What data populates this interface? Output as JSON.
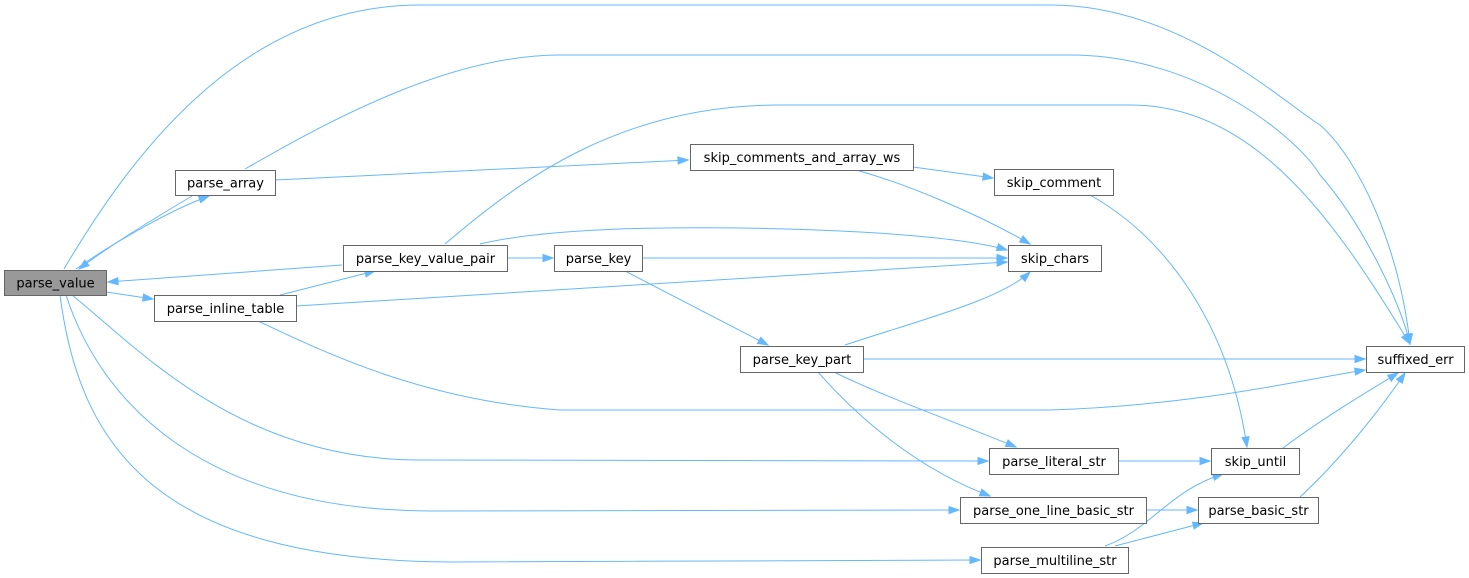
{
  "graph": {
    "nodes": [
      {
        "id": "parse_value",
        "label": "parse_value",
        "root": true
      },
      {
        "id": "parse_array",
        "label": "parse_array"
      },
      {
        "id": "parse_inline_table",
        "label": "parse_inline_table"
      },
      {
        "id": "parse_key_value_pair",
        "label": "parse_key_value_pair"
      },
      {
        "id": "parse_key",
        "label": "parse_key"
      },
      {
        "id": "skip_comments_and_array_ws",
        "label": "skip_comments_and_array_ws"
      },
      {
        "id": "skip_comment",
        "label": "skip_comment"
      },
      {
        "id": "skip_chars",
        "label": "skip_chars"
      },
      {
        "id": "parse_key_part",
        "label": "parse_key_part"
      },
      {
        "id": "suffixed_err",
        "label": "suffixed_err"
      },
      {
        "id": "parse_literal_str",
        "label": "parse_literal_str"
      },
      {
        "id": "skip_until",
        "label": "skip_until"
      },
      {
        "id": "parse_one_line_basic_str",
        "label": "parse_one_line_basic_str"
      },
      {
        "id": "parse_basic_str",
        "label": "parse_basic_str"
      },
      {
        "id": "parse_multiline_str",
        "label": "parse_multiline_str"
      }
    ],
    "edges": [
      {
        "from": "parse_value",
        "to": "parse_array"
      },
      {
        "from": "parse_array",
        "to": "parse_value"
      },
      {
        "from": "parse_value",
        "to": "suffixed_err"
      },
      {
        "from": "parse_array",
        "to": "suffixed_err"
      },
      {
        "from": "parse_array",
        "to": "skip_comments_and_array_ws"
      },
      {
        "from": "parse_key_value_pair",
        "to": "parse_value"
      },
      {
        "from": "parse_value",
        "to": "parse_inline_table"
      },
      {
        "from": "parse_inline_table",
        "to": "parse_key_value_pair"
      },
      {
        "from": "parse_inline_table",
        "to": "skip_chars"
      },
      {
        "from": "parse_inline_table",
        "to": "suffixed_err"
      },
      {
        "from": "parse_key_value_pair",
        "to": "skip_chars"
      },
      {
        "from": "parse_key_value_pair",
        "to": "suffixed_err"
      },
      {
        "from": "parse_key_value_pair",
        "to": "parse_key"
      },
      {
        "from": "parse_key",
        "to": "skip_chars"
      },
      {
        "from": "parse_key",
        "to": "parse_key_part"
      },
      {
        "from": "skip_comments_and_array_ws",
        "to": "skip_comment"
      },
      {
        "from": "skip_comments_and_array_ws",
        "to": "skip_chars"
      },
      {
        "from": "skip_comment",
        "to": "skip_until"
      },
      {
        "from": "parse_key_part",
        "to": "skip_chars"
      },
      {
        "from": "parse_key_part",
        "to": "suffixed_err"
      },
      {
        "from": "parse_key_part",
        "to": "parse_literal_str"
      },
      {
        "from": "parse_key_part",
        "to": "parse_one_line_basic_str"
      },
      {
        "from": "parse_value",
        "to": "parse_literal_str"
      },
      {
        "from": "parse_value",
        "to": "parse_one_line_basic_str"
      },
      {
        "from": "parse_value",
        "to": "parse_multiline_str"
      },
      {
        "from": "parse_literal_str",
        "to": "skip_until"
      },
      {
        "from": "parse_one_line_basic_str",
        "to": "parse_basic_str"
      },
      {
        "from": "parse_multiline_str",
        "to": "parse_basic_str"
      },
      {
        "from": "parse_multiline_str",
        "to": "skip_until"
      },
      {
        "from": "skip_until",
        "to": "suffixed_err"
      },
      {
        "from": "parse_basic_str",
        "to": "suffixed_err"
      }
    ]
  },
  "colors": {
    "edge": "#63b8ff",
    "node_border": "#666666",
    "node_fill": "#ffffff",
    "root_fill": "#999999"
  }
}
